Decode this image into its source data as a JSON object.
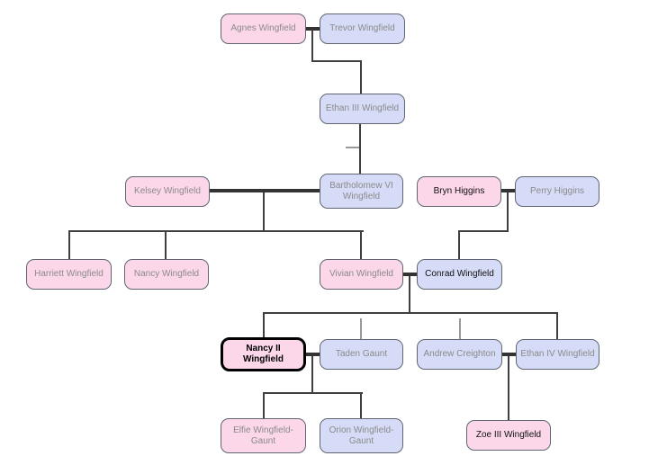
{
  "diagram": {
    "type": "family-tree",
    "background": "#ffffff",
    "selected_person": "Nancy II Wingfield"
  },
  "colors": {
    "pink_node_fill": "#fbd7e9",
    "blue_node_fill": "#d6dcf7",
    "node_border": "#5f6672",
    "selected_node_border": "#000000",
    "connector_line": "#3f3f3f",
    "marriage_line": "#333333",
    "hidden_relative_stub": "#9a9a9a",
    "muted_text": "#8a8a8a",
    "dark_text": "#111111"
  },
  "people": {
    "agnes": {
      "name": "Agnes Wingfield"
    },
    "trevor": {
      "name": "Trevor Wingfield"
    },
    "ethan_iii": {
      "name": "Ethan III Wingfield"
    },
    "kelsey": {
      "name": "Kelsey Wingfield"
    },
    "bartholomew_vi": {
      "name": "Bartholomew VI Wingfield"
    },
    "bryn": {
      "name": "Bryn Higgins"
    },
    "perry": {
      "name": "Perry Higgins"
    },
    "harriett": {
      "name": "Harriett Wingfield"
    },
    "nancy": {
      "name": "Nancy Wingfield"
    },
    "vivian": {
      "name": "Vivian Wingfield"
    },
    "conrad": {
      "name": "Conrad Wingfield"
    },
    "nancy_ii": {
      "name": "Nancy II Wingfield"
    },
    "taden": {
      "name": "Taden Gaunt"
    },
    "andrew": {
      "name": "Andrew Creighton"
    },
    "ethan_iv": {
      "name": "Ethan IV Wingfield"
    },
    "elfie": {
      "name": "Elfie Wingfield-Gaunt"
    },
    "orion": {
      "name": "Orion Wingfield-Gaunt"
    },
    "zoe_iii": {
      "name": "Zoe III Wingfield"
    }
  }
}
